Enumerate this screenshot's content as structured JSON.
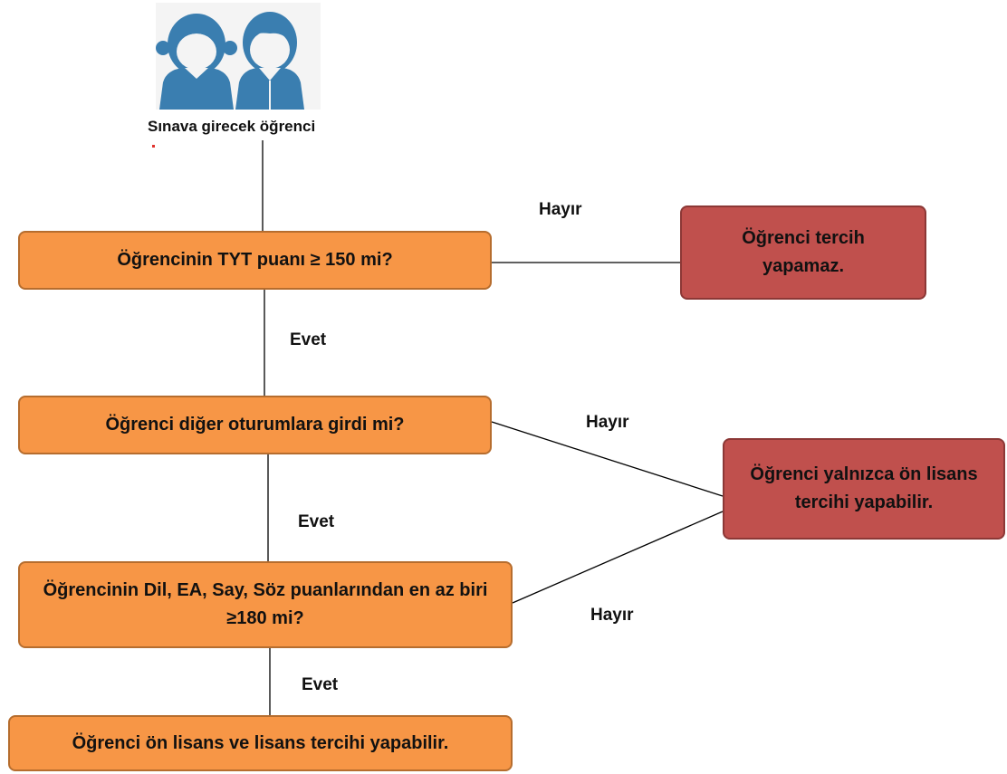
{
  "start": {
    "label": "Sınava girecek öğrenci",
    "icon": "students-icon"
  },
  "decisions": {
    "tyt": "Öğrencinin TYT puanı ≥ 150 mi?",
    "sessions": "Öğrenci diğer oturumlara girdi mi?",
    "scores": "Öğrencinin Dil, EA, Say, Söz puanlarından en az biri ≥180 mi?"
  },
  "outcomes": {
    "no_choice": "Öğrenci tercih yapamaz.",
    "associate_only": "Öğrenci yalnızca ön lisans tercihi yapabilir.",
    "both": "Öğrenci ön lisans ve lisans tercihi yapabilir."
  },
  "edges": {
    "yes_1": "Evet",
    "yes_2": "Evet",
    "yes_3": "Evet",
    "no_1": "Hayır",
    "no_2": "Hayır",
    "no_3": "Hayır"
  },
  "colors": {
    "decision_fill": "#f79646",
    "reject_fill": "#c0504d",
    "icon_blue": "#3a7eb0"
  }
}
